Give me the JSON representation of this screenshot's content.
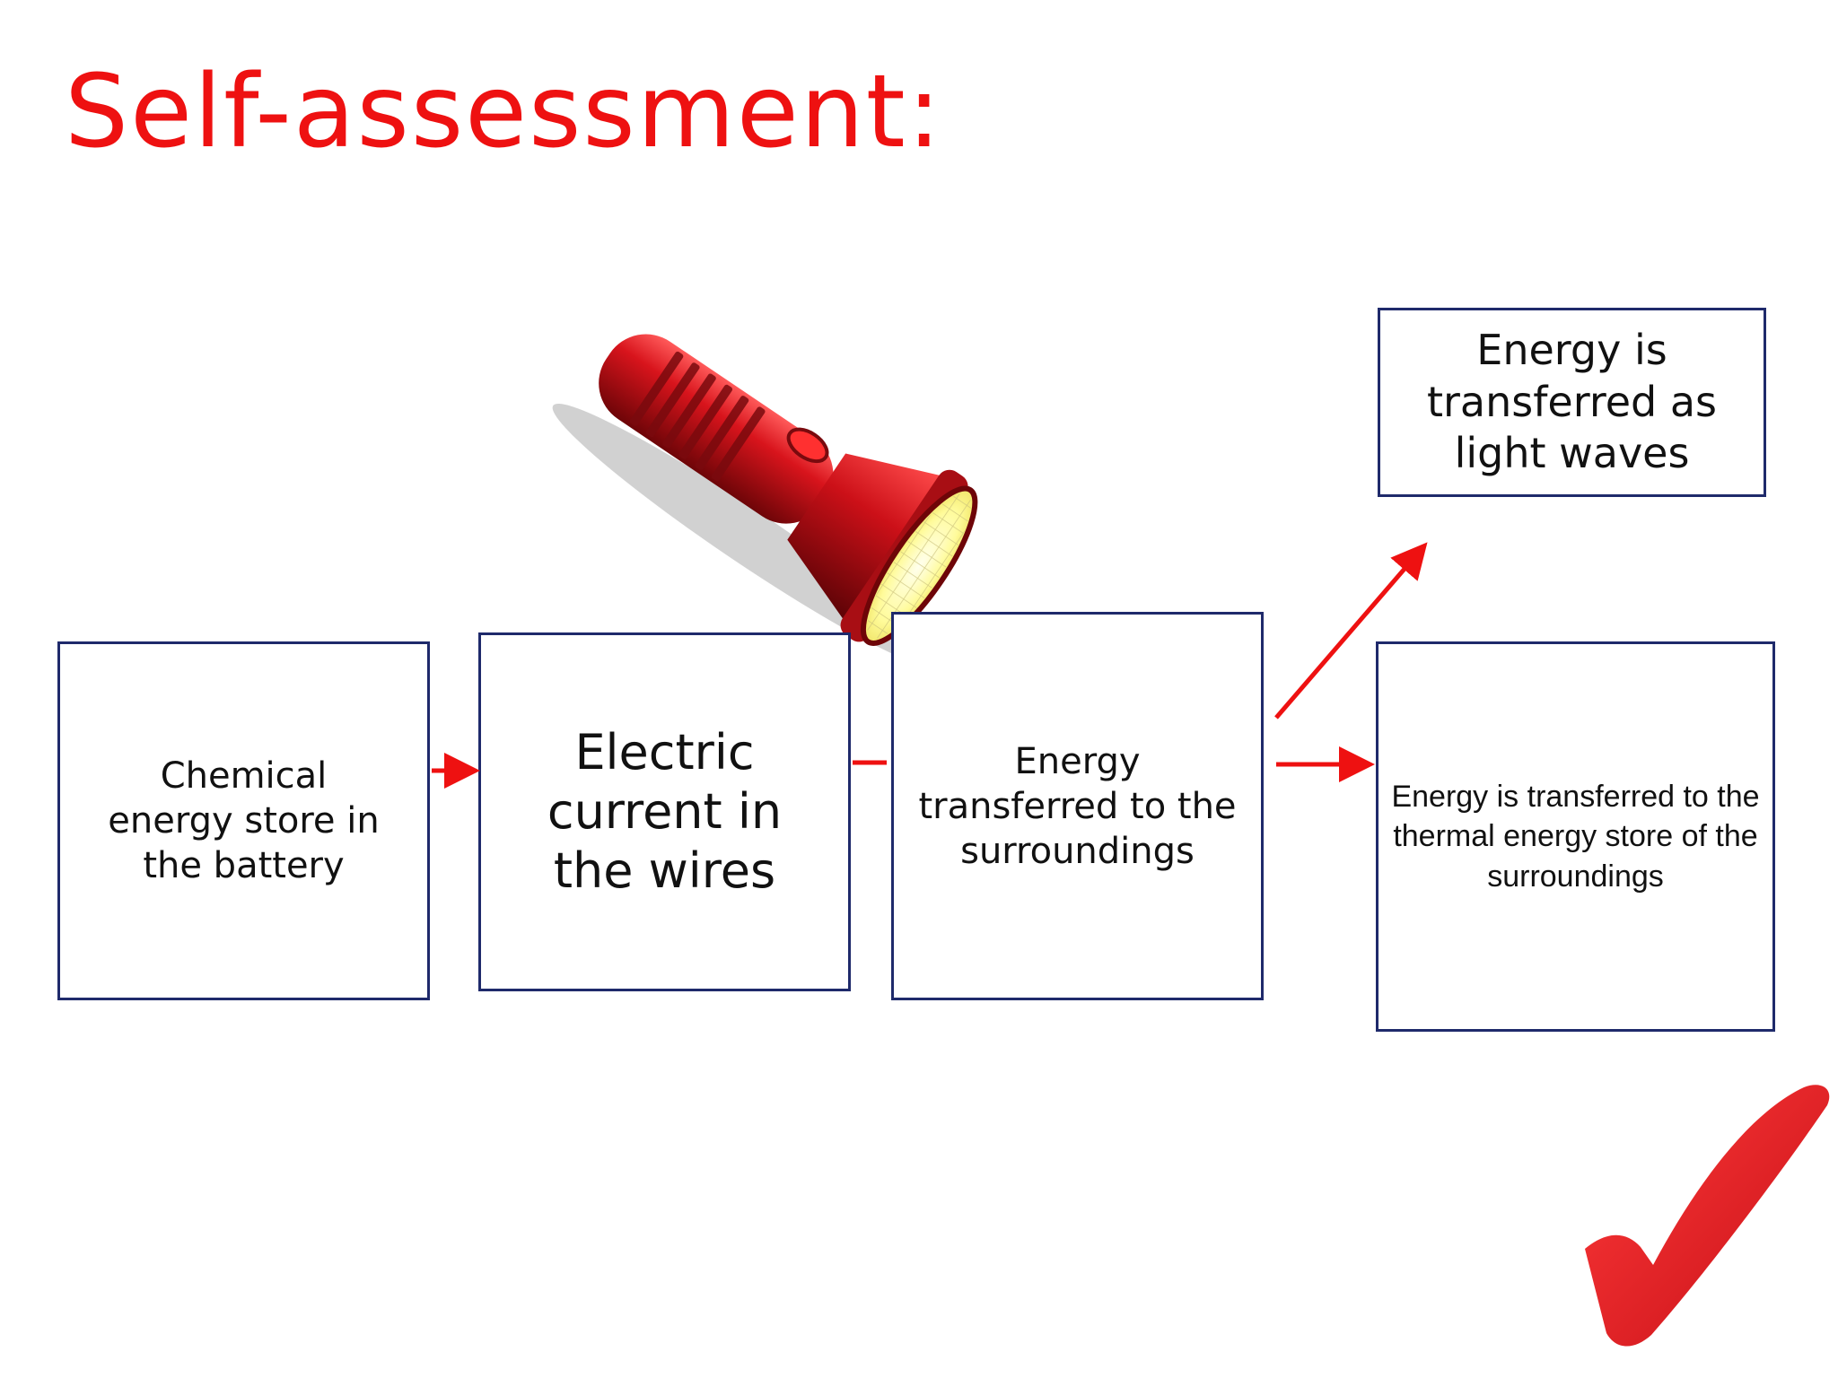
{
  "title": "Self-assessment:",
  "boxes": {
    "chemical": "Chemical energy store in the battery",
    "electric": "Electric current in the wires",
    "surroundings": "Energy transferred to the surroundings",
    "light": "Energy is transferred as light waves",
    "thermal": "Energy is transferred to the thermal energy store of the surroundings"
  },
  "colors": {
    "title": "#ee1111",
    "arrow": "#ee1111",
    "box_border": "#1f2a6b",
    "torch_body": "#c8141c",
    "checkmark": "#e21c24"
  },
  "icons": {
    "torch": "torch-icon",
    "check": "checkmark-icon"
  }
}
